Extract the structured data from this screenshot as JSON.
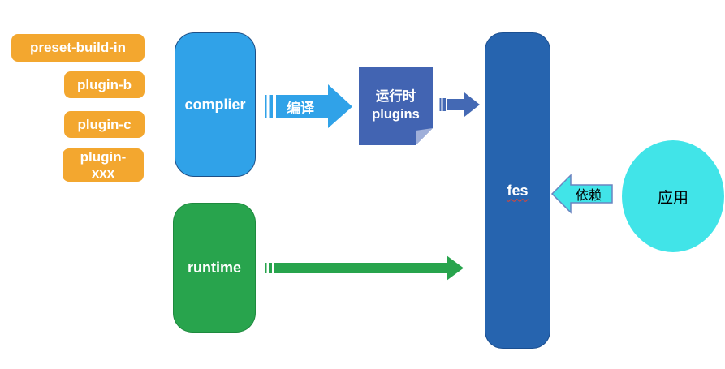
{
  "canvas": {
    "background": "#FFFFFF"
  },
  "plugin_badges": {
    "fill": "#F3A72F",
    "text_color": "#FFFFFF",
    "items": [
      {
        "label": "preset-build-in"
      },
      {
        "label": "plugin-b"
      },
      {
        "label": "plugin-c"
      },
      {
        "label": "plugin-xxx"
      }
    ]
  },
  "nodes": {
    "complier": {
      "label": "complier",
      "fill": "#30A2E8",
      "text_color": "#FFFFFF"
    },
    "runtime": {
      "label": "runtime",
      "fill": "#28A44D",
      "text_color": "#FFFFFF"
    },
    "runtime_plugins": {
      "line1": "运行时",
      "line2": "plugins",
      "fill": "#4264B2",
      "fold_fill": "#9FAFD9",
      "text_color": "#FFFFFF"
    },
    "fes": {
      "label": "fes",
      "fill": "#2664AF",
      "text_color": "#FFFFFF",
      "spellcheck_color": "#E8442E"
    },
    "app": {
      "label": "应用",
      "fill": "#41E4E8",
      "text_color": "#000000"
    }
  },
  "arrows": {
    "compile": {
      "label": "编译",
      "fill": "#30A2E8",
      "text_color": "#FFFFFF",
      "direction": "right",
      "style": "striped"
    },
    "plugins_to_fes": {
      "fill": "#4469B4",
      "direction": "right",
      "style": "striped"
    },
    "runtime_to_fes": {
      "fill": "#28A44D",
      "direction": "right",
      "style": "striped"
    },
    "depends": {
      "label": "依赖",
      "fill": "#41E4E8",
      "stroke": "#6B84C0",
      "text_color": "#000000",
      "direction": "left",
      "style": "outlined"
    }
  }
}
